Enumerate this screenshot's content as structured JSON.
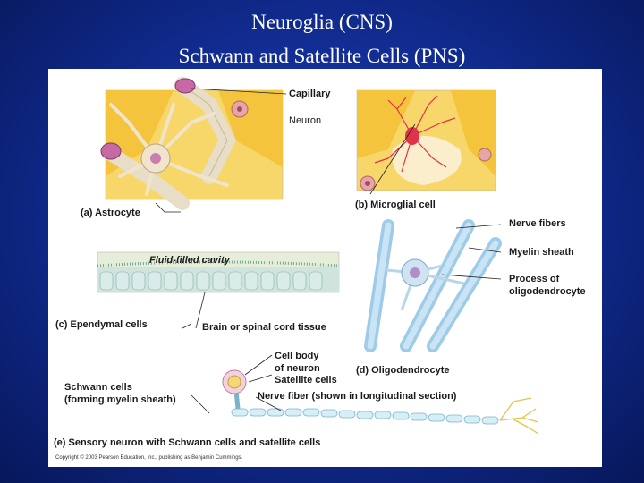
{
  "slide": {
    "title_line1": "Neuroglia (CNS)",
    "title_line2": "Schwann and Satellite Cells (PNS)"
  },
  "labels": {
    "capillary": "Capillary",
    "neuron": "Neuron",
    "astrocyte": "(a) Astrocyte",
    "microglial": "(b) Microglial cell",
    "nerve_fibers": "Nerve fibers",
    "myelin_sheath": "Myelin sheath",
    "process_l1": "Process of",
    "process_l2": "oligodendrocyte",
    "fluid_cavity": "Fluid-filled cavity",
    "ependymal": "(c) Ependymal cells",
    "brain_tissue": "Brain or spinal cord tissue",
    "oligodendrocyte": "(d) Oligodendrocyte",
    "cell_body_l1": "Cell body",
    "cell_body_l2": "of neuron",
    "satellite": "Satellite cells",
    "schwann_l1": "Schwann cells",
    "schwann_l2": "(forming myelin sheath)",
    "nerve_fiber_long": "Nerve fiber (shown in longitudinal section)",
    "sensory_neuron": "(e) Sensory neuron with Schwann cells and satellite cells",
    "copyright": "Copyright © 2003 Pearson Education, Inc., publishing as Benjamin Cummings."
  }
}
